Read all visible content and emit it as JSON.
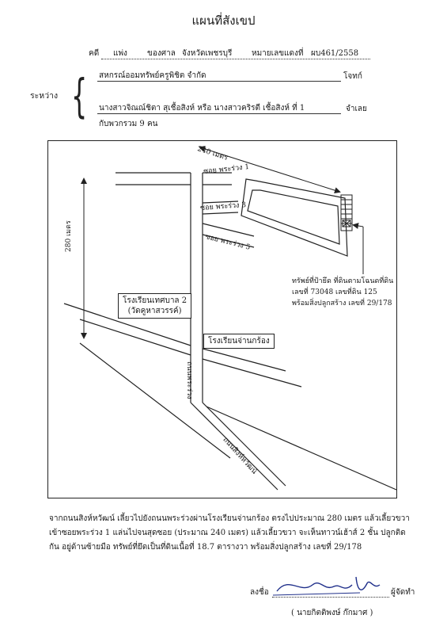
{
  "title": "แผนที่สังเขป",
  "header": {
    "case_label": "คดี",
    "case_type": "แพ่ง",
    "court_label": "ของศาล",
    "court": "จังหวัดเพชรบุรี",
    "case_no_label": "หมายเลขแดงที่",
    "case_no": "ผบ461/2558",
    "between_label": "ระหว่าง",
    "plaintiff": "สหกรณ์ออมทรัพย์ครูพิชิต จำกัด",
    "plaintiff_role": "โจทก์",
    "defendant": "นางสาวจิณณ์ชิตา สุเชื้อสิงห์ หรือ นางสาวคริรตี เชื้อสิงห์ ที่ 1",
    "defendant_role": "จำเลย",
    "others": "กับพวกรวม 9 คน"
  },
  "map": {
    "dist_horizontal": "240 เมตร",
    "dist_vertical": "280 เมตร",
    "soi1": "ซอย พระร่วง 1",
    "soi3": "ซอย พระร่วง 3",
    "soi5": "ซอย พระร่วง 5",
    "school1_line1": "โรงเรียนเทศบาล 2",
    "school1_line2": "(วัดคูหาสวรรค์)",
    "school2": "โรงเรียนจ่านกร้อง",
    "road1": "ถนนพระร่วง",
    "road2": "ถนนสิงห์หวัฒน์",
    "property_line1": "ทรัพย์ที่ป้ายึด ที่ดินตามโฉนดที่ดิน",
    "property_line2": "เลขที่ 73048 เลขที่ดิน 125",
    "property_line3": "พร้อมสิ่งปลูกสร้าง เลขที่ 29/178"
  },
  "directions": "จากถนนสิงห์หวัฒน์ เลี้ยวไปยังถนนพระร่วงผ่านโรงเรียนจ่านกร้อง ตรงไปประมาณ 280 เมตร แล้วเลี้ยวขวา เข้าซอยพระร่วง 1 แล่นไปจนสุดซอย (ประมาณ 240 เมตร) แล้วเลี้ยวขวา จะเห็นทาวน์เฮ้าส์ 2 ชั้น ปลูกติดกัน อยู่ด้านซ้ายมือ ทรัพย์ที่ยึดเป็นที่ดินเนื้อที่ 18.7 ตารางวา พร้อมสิ่งปลูกสร้าง เลขที่ 29/178",
  "signature": {
    "label": "ลงชื่อ",
    "role": "ผู้จัดทำ",
    "name": "( นายกิตติพงษ์ ก๊กมาศ )"
  }
}
